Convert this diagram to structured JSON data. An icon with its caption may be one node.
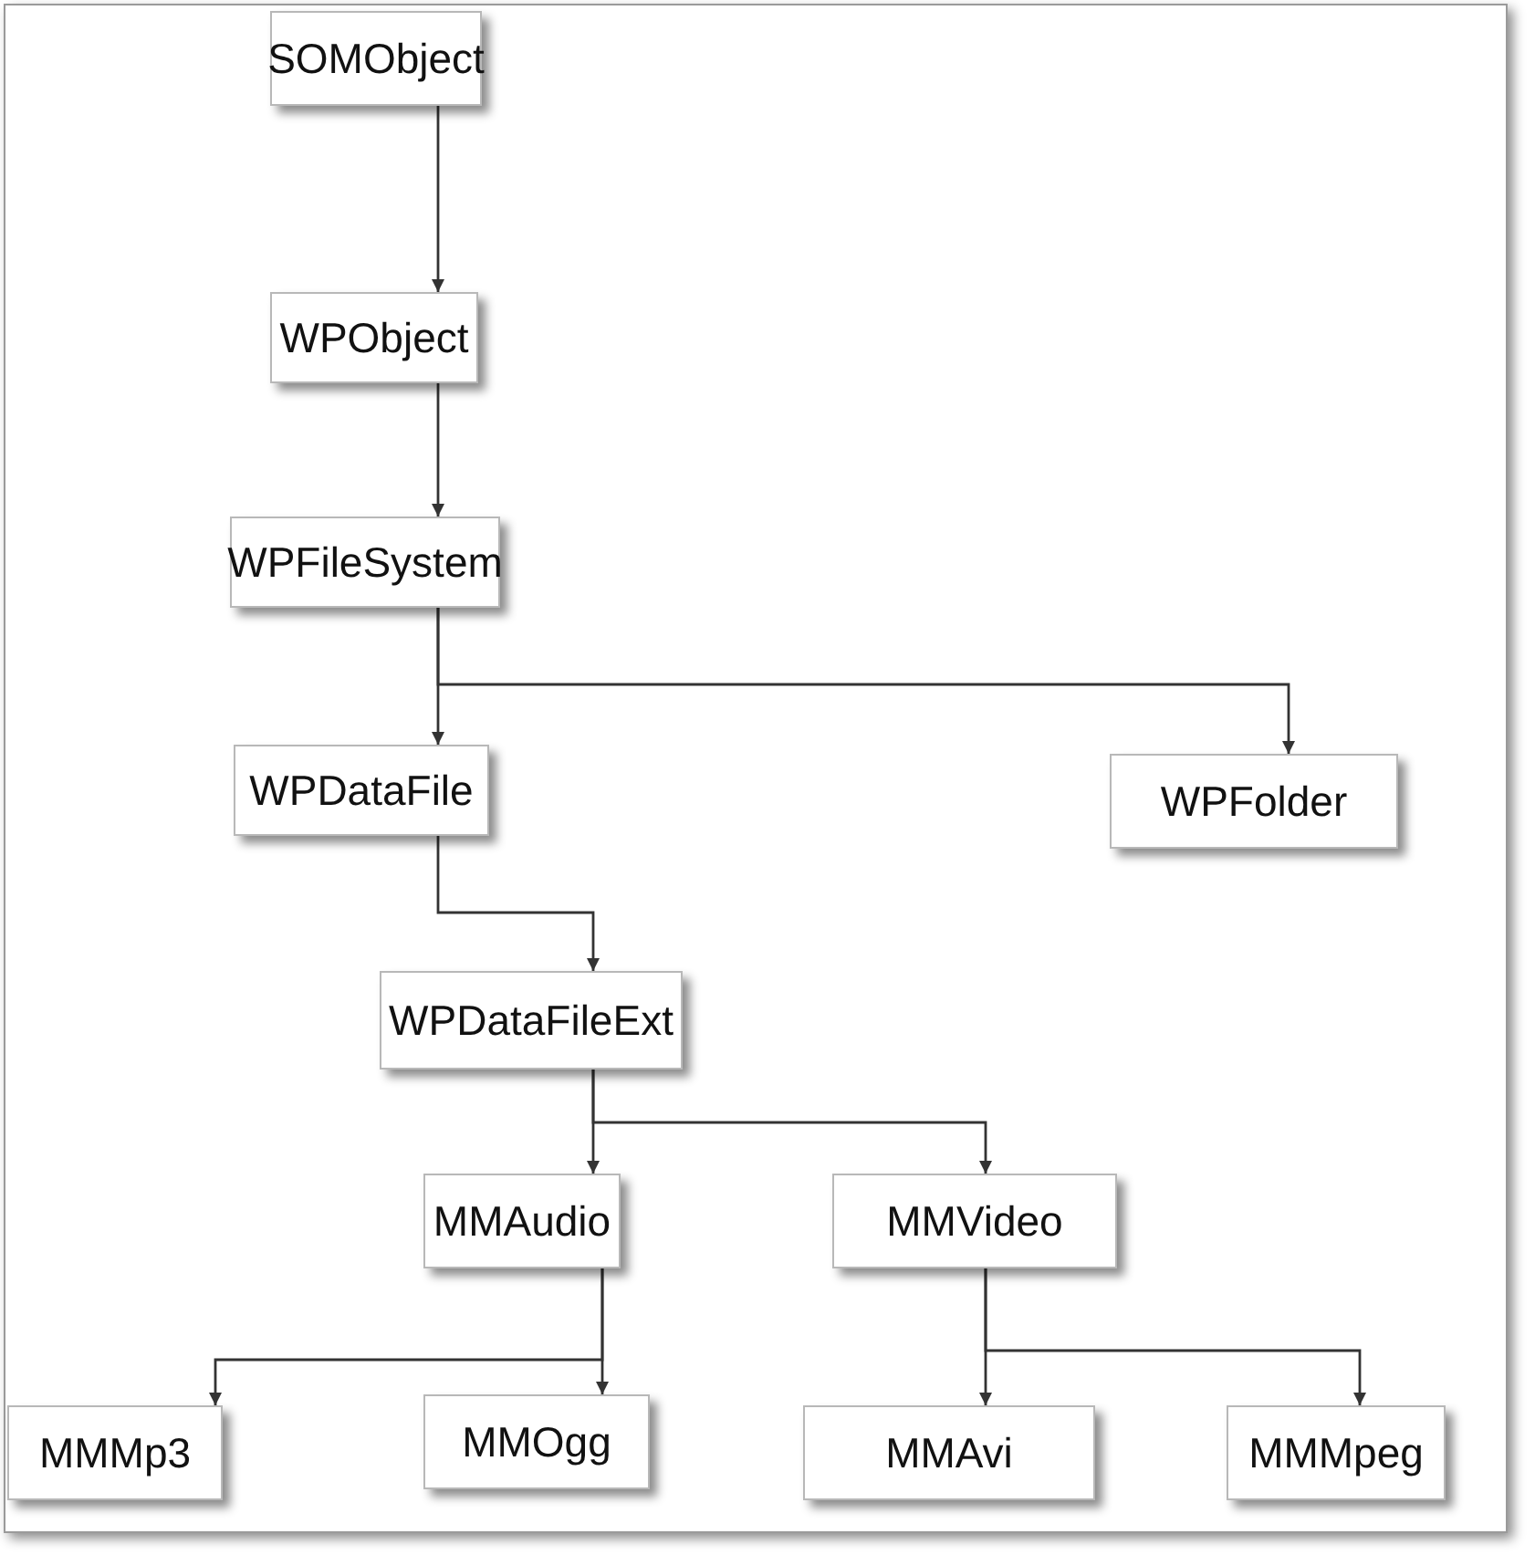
{
  "diagram": {
    "nodes": [
      {
        "text": [
          "SOMObject"
        ]
      },
      {
        "text": [
          "WPObject"
        ]
      },
      {
        "text": [
          "WPFileSystem"
        ]
      },
      {
        "text": [
          "WPDataFile"
        ]
      },
      {
        "text": [
          "WPFolder"
        ]
      },
      {
        "text": [
          "WPDataFileExt"
        ]
      },
      {
        "text": [
          "MMAudio"
        ]
      },
      {
        "text": [
          "MMVideo"
        ]
      },
      {
        "text": [
          "MMMp3"
        ]
      },
      {
        "text": [
          "MMOgg"
        ]
      },
      {
        "text": [
          "MMAvi"
        ]
      },
      {
        "text": [
          "MMMpeg"
        ]
      }
    ],
    "edges": [
      {
        "from": 0,
        "to": 1,
        "arrow": "to"
      },
      {
        "from": 1,
        "to": 2,
        "arrow": "to"
      },
      {
        "from": 2,
        "to": 3,
        "arrow": "to"
      },
      {
        "from": 2,
        "to": 4,
        "arrow": "to"
      },
      {
        "from": 3,
        "to": 5,
        "arrow": "to"
      },
      {
        "from": 5,
        "to": 6,
        "arrow": "to"
      },
      {
        "from": 5,
        "to": 7,
        "arrow": "to"
      },
      {
        "from": 6,
        "to": 8,
        "arrow": "to"
      },
      {
        "from": 6,
        "to": 9,
        "arrow": "to"
      },
      {
        "from": 7,
        "to": 10,
        "arrow": "to"
      },
      {
        "from": 7,
        "to": 11,
        "arrow": "to"
      }
    ]
  }
}
